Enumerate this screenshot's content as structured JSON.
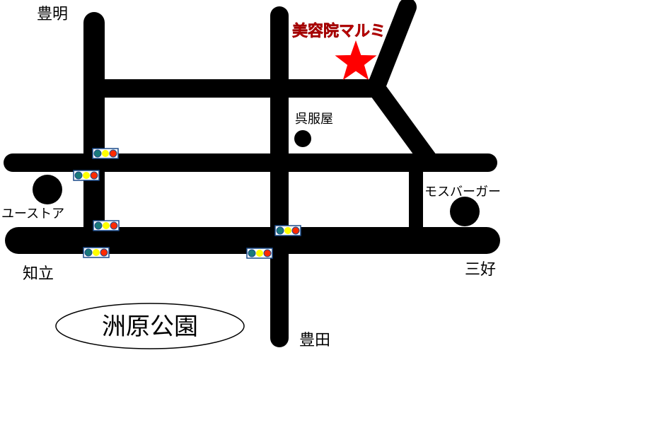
{
  "map": {
    "destination": {
      "label": "美容院マルミ",
      "icon": "star-icon",
      "color": "#ff0000"
    },
    "directions": {
      "north_west": "豊明",
      "west": "知立",
      "east": "三好",
      "south": "豊田"
    },
    "landmarks": {
      "gofukuya": "呉服屋",
      "mos_burger": "モスバーガー",
      "u_store": "ユーストア",
      "park": "洲原公園"
    },
    "traffic_light_colors": {
      "green": "#1a7a7a",
      "yellow": "#ffff00",
      "red": "#ff2a00",
      "frame": "#1a4a8a"
    }
  }
}
